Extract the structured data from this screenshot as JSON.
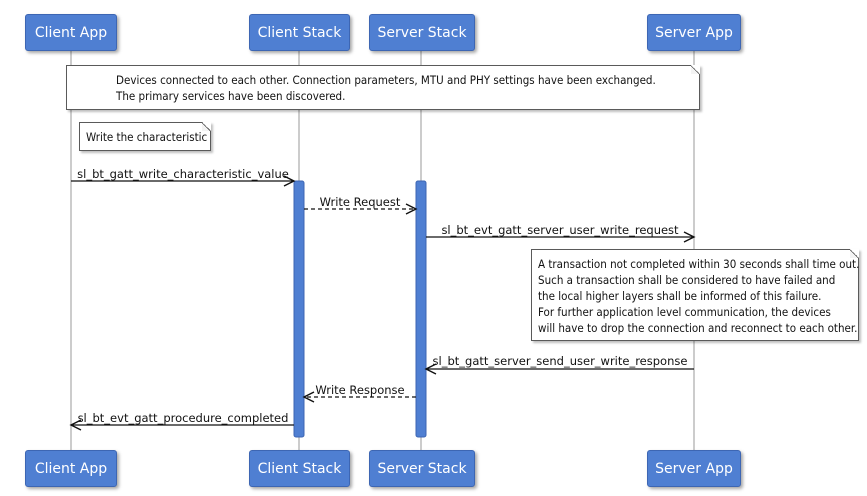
{
  "participants": [
    {
      "id": "client_app",
      "label": "Client App"
    },
    {
      "id": "client_stack",
      "label": "Client Stack"
    },
    {
      "id": "server_stack",
      "label": "Server Stack"
    },
    {
      "id": "server_app",
      "label": "Server App"
    }
  ],
  "notes": {
    "connected": [
      "Devices connected to each other. Connection parameters, MTU and PHY settings have been exchanged.",
      "The primary services have been discovered."
    ],
    "write": [
      "Write the characteristic"
    ],
    "timeout": [
      "A transaction not completed within 30 seconds shall time out.",
      "Such a transaction shall be considered to have failed and",
      "the local higher layers shall be informed of this failure.",
      "For further application level communication, the devices",
      "will have to drop the connection and reconnect to each other."
    ]
  },
  "messages": [
    {
      "from": "client_app",
      "to": "client_stack",
      "label": "sl_bt_gatt_write_characteristic_value",
      "style": "solid"
    },
    {
      "from": "client_stack",
      "to": "server_stack",
      "label": "Write Request",
      "style": "dashed"
    },
    {
      "from": "server_stack",
      "to": "server_app",
      "label": "sl_bt_evt_gatt_server_user_write_request",
      "style": "solid"
    },
    {
      "from": "server_app",
      "to": "server_stack",
      "label": "sl_bt_gatt_server_send_user_write_response",
      "style": "solid"
    },
    {
      "from": "server_stack",
      "to": "client_stack",
      "label": "Write Response",
      "style": "dashed"
    },
    {
      "from": "client_stack",
      "to": "client_app",
      "label": "sl_bt_evt_gatt_procedure_completed",
      "style": "solid"
    }
  ],
  "colors": {
    "participant": "#4f7fd2",
    "activation": "#4f7fd2",
    "lifeline": "#9a9a9a",
    "arrow": "#111111"
  }
}
